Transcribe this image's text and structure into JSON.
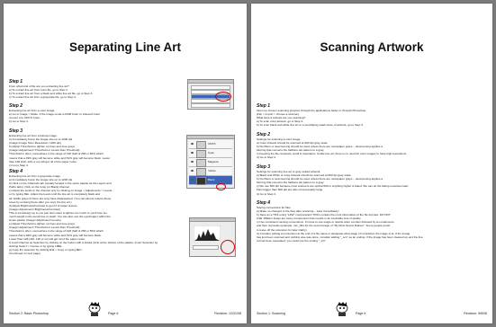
{
  "left": {
    "title": "Separating Line Art",
    "steps": [
      {
        "heading": "Step 1",
        "lines": [
          "From what kind of file are you extracting line art?",
          "a)  To extract line art from color file, go to Step 2.",
          "b)  To extract line art from a black and white line art file, go to Step 3.",
          "c)  To extract line art from a grayscale file, go to Step 4."
        ]
      },
      {
        "heading": "Step 2",
        "lines": [
          "Extracting line art from a color image.",
          "a)  Go to Image > Mode. If the image mode is RGB Color or Indexed Color,",
          "     convert it to CMYK Color.",
          "b)  Go to Step 4."
        ]
      },
      {
        "heading": "Step 3",
        "lines": [
          "Extracting line art from a bitmap image.",
          "a)  Immediately bump the image size up to 1200 dpi",
          "     (Image>Image Size>Resolution: 1200 dpi)",
          "b)  Adjust Threshold to tighten up lines and tone grays",
          "     (Image>Adjustment>Threshold or Levels than Threshold)",
          "     Threshold is often, somewhere in the range of 128 (half of 256 or 50% which",
          "     means that a 49% gray will become white and 51% gray will become black. Lower",
          "     than 128 (110..120 or so) will get rid of the paper noise.",
          "c)  Go to Step 4."
        ]
      },
      {
        "heading": "Step 4",
        "lines": [
          "Extracting line art from a grayscale image.",
          "a)  Immediately bump the image size up to 1200 dpi",
          "b)  Click on the Channels tab (usually located in the same palette as the Layers and",
          "     Paths tabs). Click on the Gray (or Black) channel.",
          "c)  Adjust the levels in the channel only by clicking on Image > Adjustments > Levels...",
          "     or by typing 8EL. Adjust the levels until the line art is completely black and",
          "     all middle grays (if there are any) have disappeared. (You can almost restore these",
          "     tones by undoing these after you copy the line art.)",
          "d)  Adjust Brightness/Contrast to get rid of paper texture.",
          "     (Image>Adjustment>Brightness/Contrast)",
          "     This is completely up to you (we don't want to lighten too much or you'll lose too",
          "     much weight in the pencil line or wash. You can also use the eyedropper within the",
          "     levels palette (Image>Adjustment>Levels)",
          "e)  Adjust Threshold to tighten up lines and tone grays",
          "     (Image>Adjustment>Threshold or Levels than Threshold)",
          "     Threshold is often, somewhere in the range of 128 (half of 256 or 50% which",
          "     means that a 49% gray will become white and    51% gray will become black.",
          "     Lower than 128 (110..120 or so) will get rid of the paper noise.",
          "f)  Load Channel as Selection by clicking on the button with a dotted circle at the bottom of the palette. Invert Selection by",
          "     clicking Select > Inverse or by typing 1I8EL",
          "g)  Copy the selection by clicking Edit > Copy or typing 8EC.",
          "     (Continued on next page)"
        ]
      }
    ],
    "channels": [
      "CMYK",
      "Cyan",
      "Magenta",
      "Yellow",
      "Black"
    ],
    "footer": {
      "section": "Section 2: Basic Photoshop",
      "page": "Page #",
      "revision": "Revision:  12/31/08"
    }
  },
  "right": {
    "title": "Scanning Artwork",
    "steps": [
      {
        "heading": "Step 1",
        "lines": [
          "Open up chosen scanning program through the applications folder or through Photoshop.",
          "(File > Import > choose a scanner)",
          "What kind of artwork are you scanning?",
          "a)  To scan color artwork, go to Step 2.",
          "b)  To scan black and white line art or a pencil/gray-wash piece of artwork, go to Step 3."
        ]
      },
      {
        "heading": "Step 2",
        "lines": [
          "Settings for scanning a color image.",
          "a)  Color Artwork should be scanned at 400 dpi gray scale.",
          "b)  No filters or descreening should be used unless there are newspaper grays – descreening applies a",
          "     blurring that converts the halftone dot pattern to a gray.",
          "c)  Keeping the file resolution small is imperative. Unlike line art, there is no need for color images to have high resolutions.",
          "d)  Go to Step 4."
        ]
      },
      {
        "heading": "Step 3",
        "lines": [
          "Settings for scanning line art or gray scaled artwork.",
          "a)  Black and White or Gray Artwork should be scanned at 600 dpi gray scale.",
          "b)  No filters or descreening should be used unless there are newspaper grays – descreening applies a",
          "     blurring that converts the halftone dot pattern to a gray.",
          "c)  We use 600 dpi because most scanners are optical 600 or anything higher is faked. We can do the faking ourselves later.",
          "     Files bigger than 600 dpi are also unnecessarily large.",
          "d)  Go to Step 4."
        ]
      },
      {
        "heading": "Step 4",
        "lines": [
          "Saving conventions for files.",
          "a)  Make no changes to the files after scanning – save immediately!",
          "b)  Save as a TIFF using \"LZW\" compression! TIFFs contain the most information of the file formats. DO NOT",
          "     USE JPEGs! Jpegs are lossy compression that results in an inevitable loss of quality.",
          "c)  Use consistent naming conventions. It's best to use single or double letter combos followed by an underscore",
          "     and then numerals (example: mm_001 for the second page of \"My Most Secret Diaries\". Some people prefer",
          "     to leave off the extension for later clarity)",
          "d)  Consider putting an extension at the end of a file name to designate what stage of completion the image is at. If the image",
          "     has just been scanned and nothing else was done, consider adding \"_scn\" as an ending. If the image has been cleaned up and the line",
          "     art has been separated, you could use the ending \"_sln\"."
        ]
      }
    ],
    "footer": {
      "section": "Section 1: Scanning",
      "page": "Page #",
      "revision": "Revision:  9/8/08"
    }
  }
}
